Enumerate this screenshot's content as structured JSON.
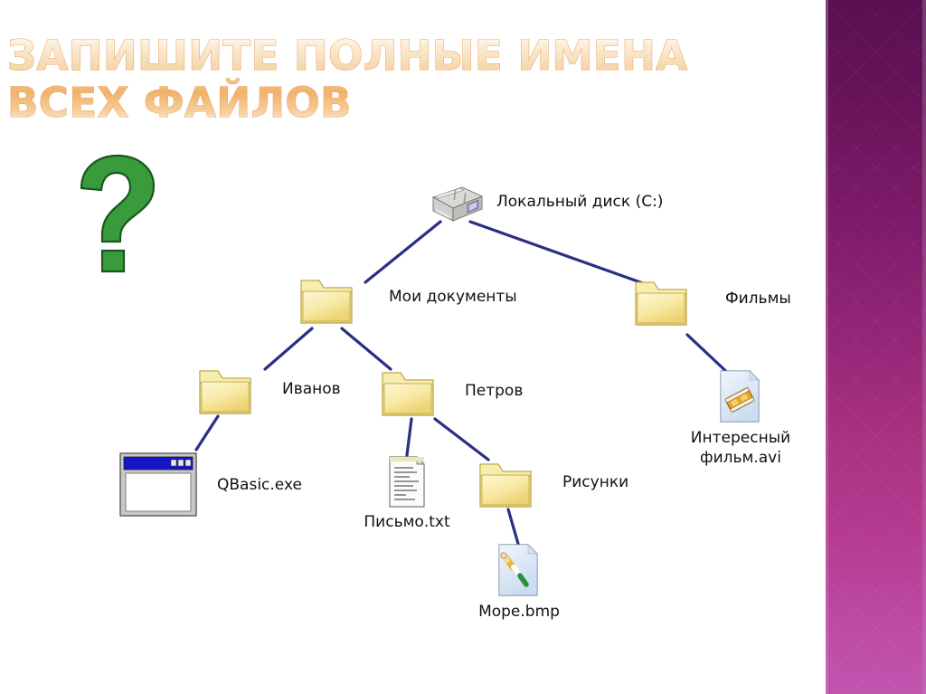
{
  "slide": {
    "title": "Запишите полные имена всех файлов",
    "background_color": "#ffffff",
    "band_color_top": "#581050",
    "band_color_bottom": "#c055ae",
    "title_color": "#f0b269",
    "connector_color": "#2a2f86",
    "qmark_color": "#389b3c",
    "qmark_outline": "#1e5c20",
    "question_mark": "?"
  },
  "tree": {
    "root": {
      "id": "local-disk",
      "label": "Локальный диск (C:)",
      "icon": "computer-icon"
    },
    "nodes": [
      {
        "id": "my-documents",
        "label": "Мои документы",
        "icon": "folder-icon"
      },
      {
        "id": "movies",
        "label": "Фильмы",
        "icon": "folder-icon"
      },
      {
        "id": "ivanov",
        "label": "Иванов",
        "icon": "folder-icon"
      },
      {
        "id": "petrov",
        "label": "Петров",
        "icon": "folder-icon"
      },
      {
        "id": "qbasic-exe",
        "label": "QBasic.exe",
        "icon": "application-icon"
      },
      {
        "id": "pismo-txt",
        "label": "Письмо.txt",
        "icon": "text-document-icon"
      },
      {
        "id": "pictures",
        "label": "Рисунки",
        "icon": "folder-icon"
      },
      {
        "id": "more-bmp",
        "label": "Море.bmp",
        "icon": "bitmap-image-icon"
      },
      {
        "id": "film-avi-line1",
        "label": "Интересный",
        "icon": "video-file-icon"
      },
      {
        "id": "film-avi-line2",
        "label": "фильм.avi",
        "icon": ""
      }
    ],
    "edges": [
      "local-disk -> my-documents",
      "local-disk -> movies",
      "my-documents -> ivanov",
      "my-documents -> petrov",
      "ivanov -> qbasic-exe",
      "petrov -> pismo-txt",
      "petrov -> pictures",
      "pictures -> more-bmp",
      "movies -> film-avi"
    ]
  }
}
